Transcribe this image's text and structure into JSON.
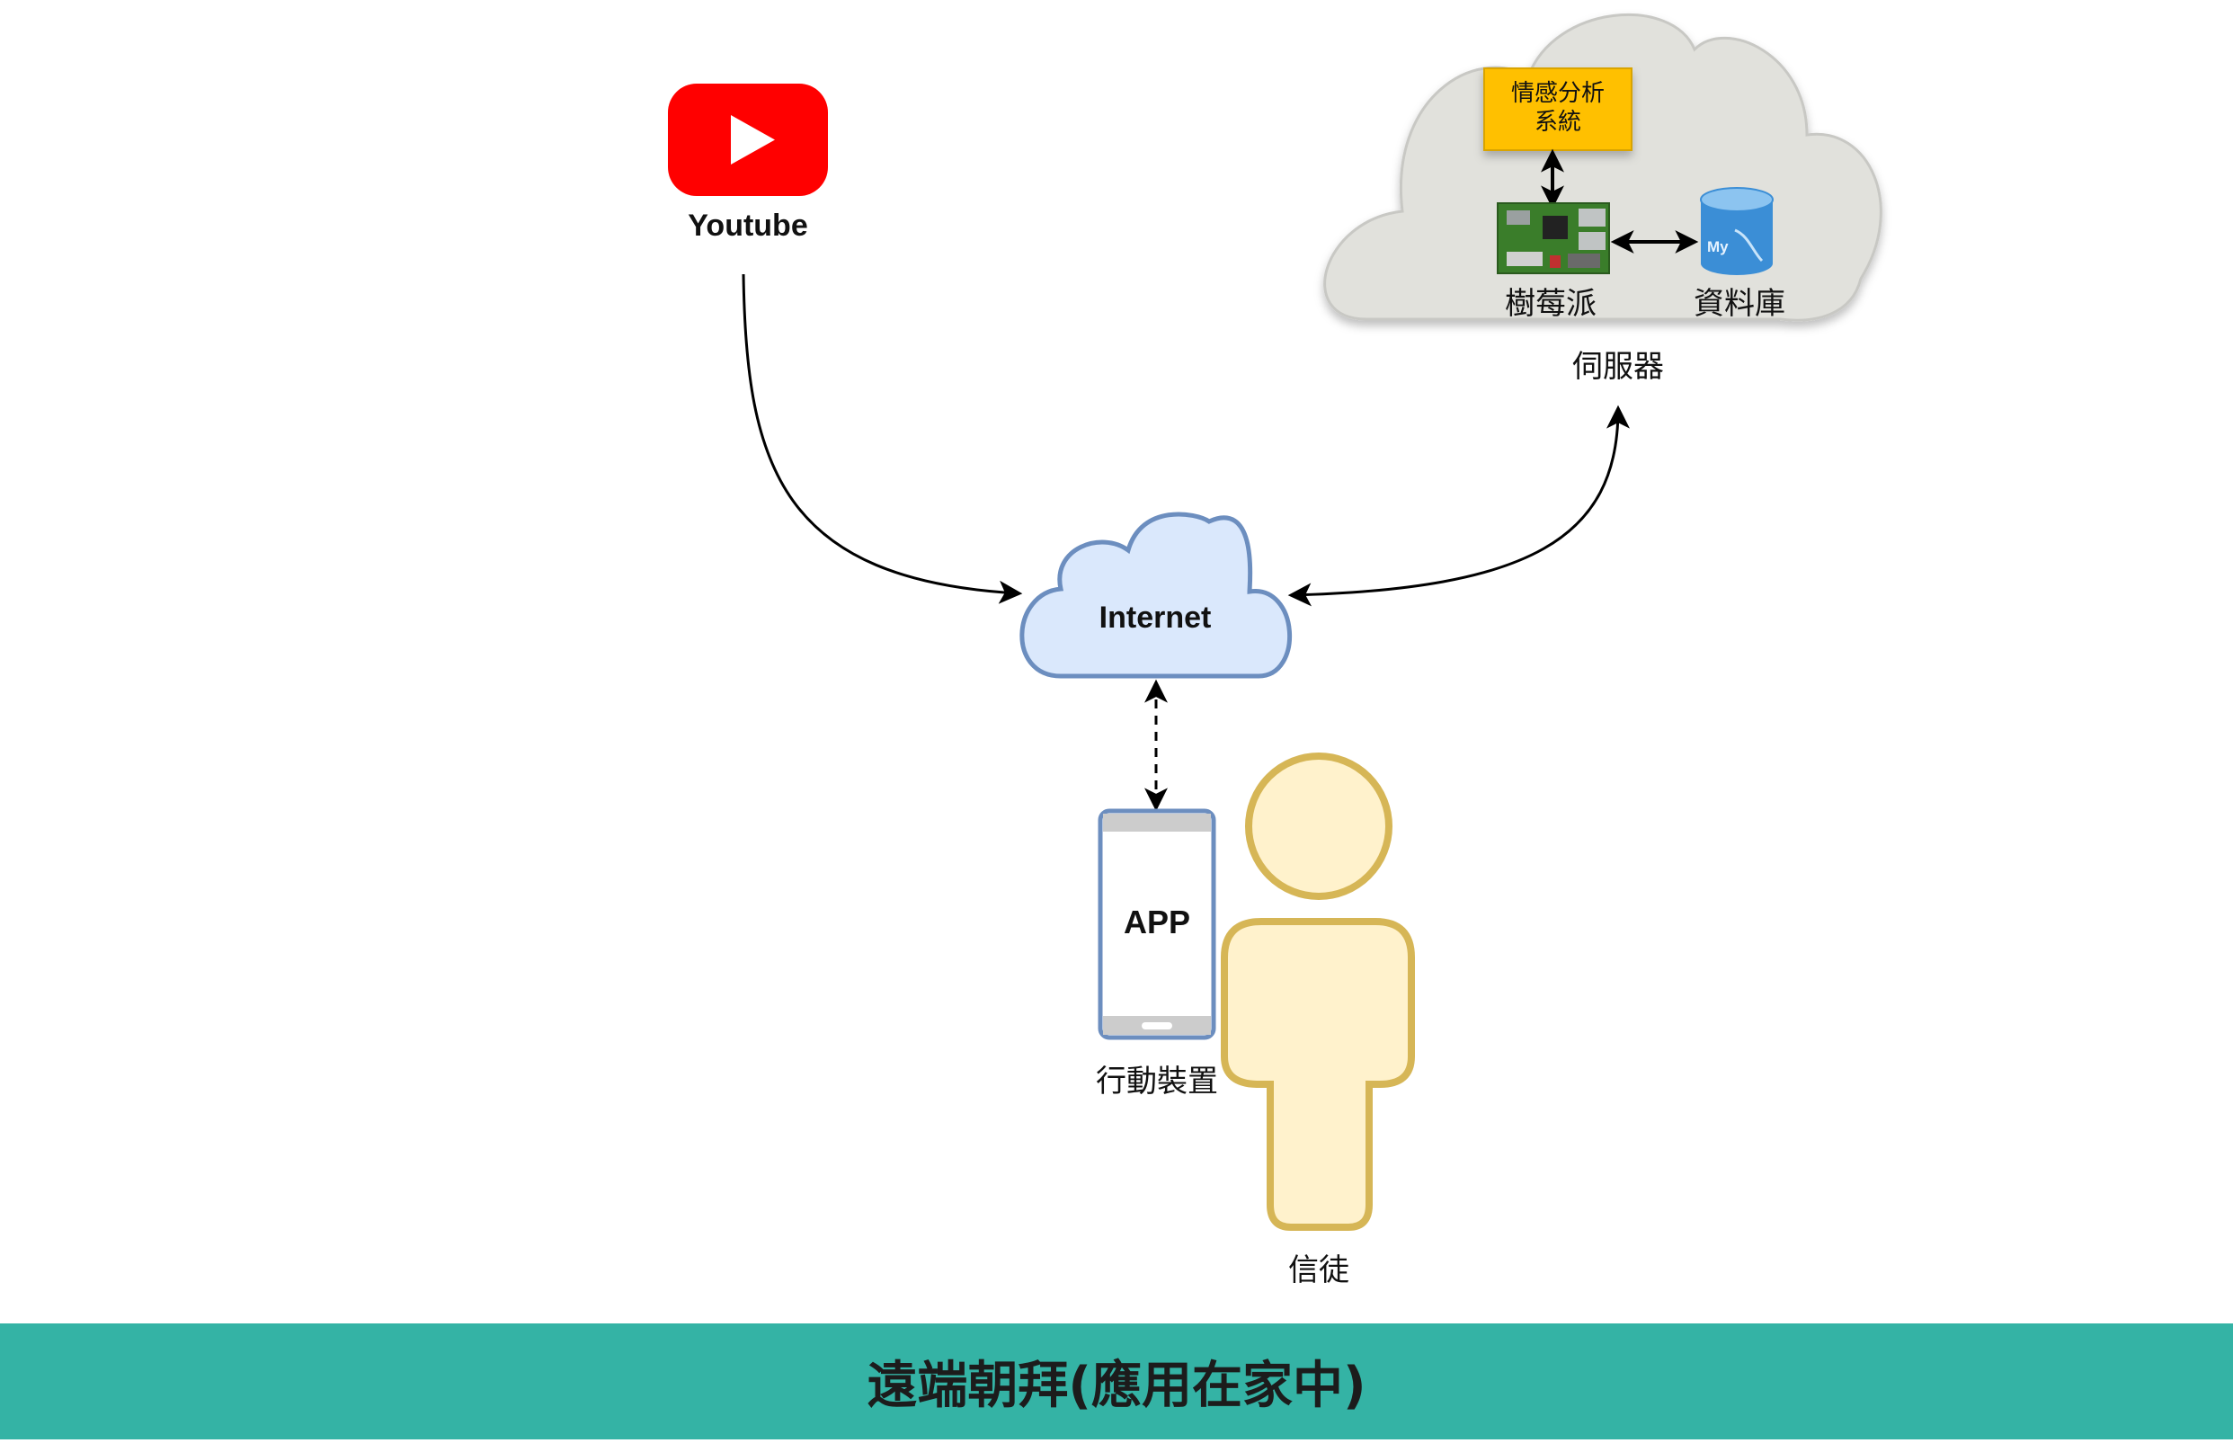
{
  "youtube": {
    "label": "Youtube",
    "color": "#ff0000"
  },
  "server": {
    "label": "伺服器",
    "sentiment_box": {
      "label": "情感分析系統",
      "line1": "情感分析",
      "line2": "系統",
      "color": "#ffc000"
    },
    "raspberry_pi": {
      "label": "樹莓派"
    },
    "database": {
      "label": "資料庫",
      "logo_text": "My"
    }
  },
  "internet": {
    "label": "Internet",
    "fill": "#dae8fc",
    "stroke": "#6c8ebf"
  },
  "mobile": {
    "screen_label": "APP",
    "label": "行動裝置"
  },
  "believer": {
    "label": "信徒",
    "fill": "#fff2cc",
    "stroke": "#d6b656"
  },
  "footer": {
    "title": "遠端朝拜(應用在家中)",
    "color": "#34b3a5"
  }
}
